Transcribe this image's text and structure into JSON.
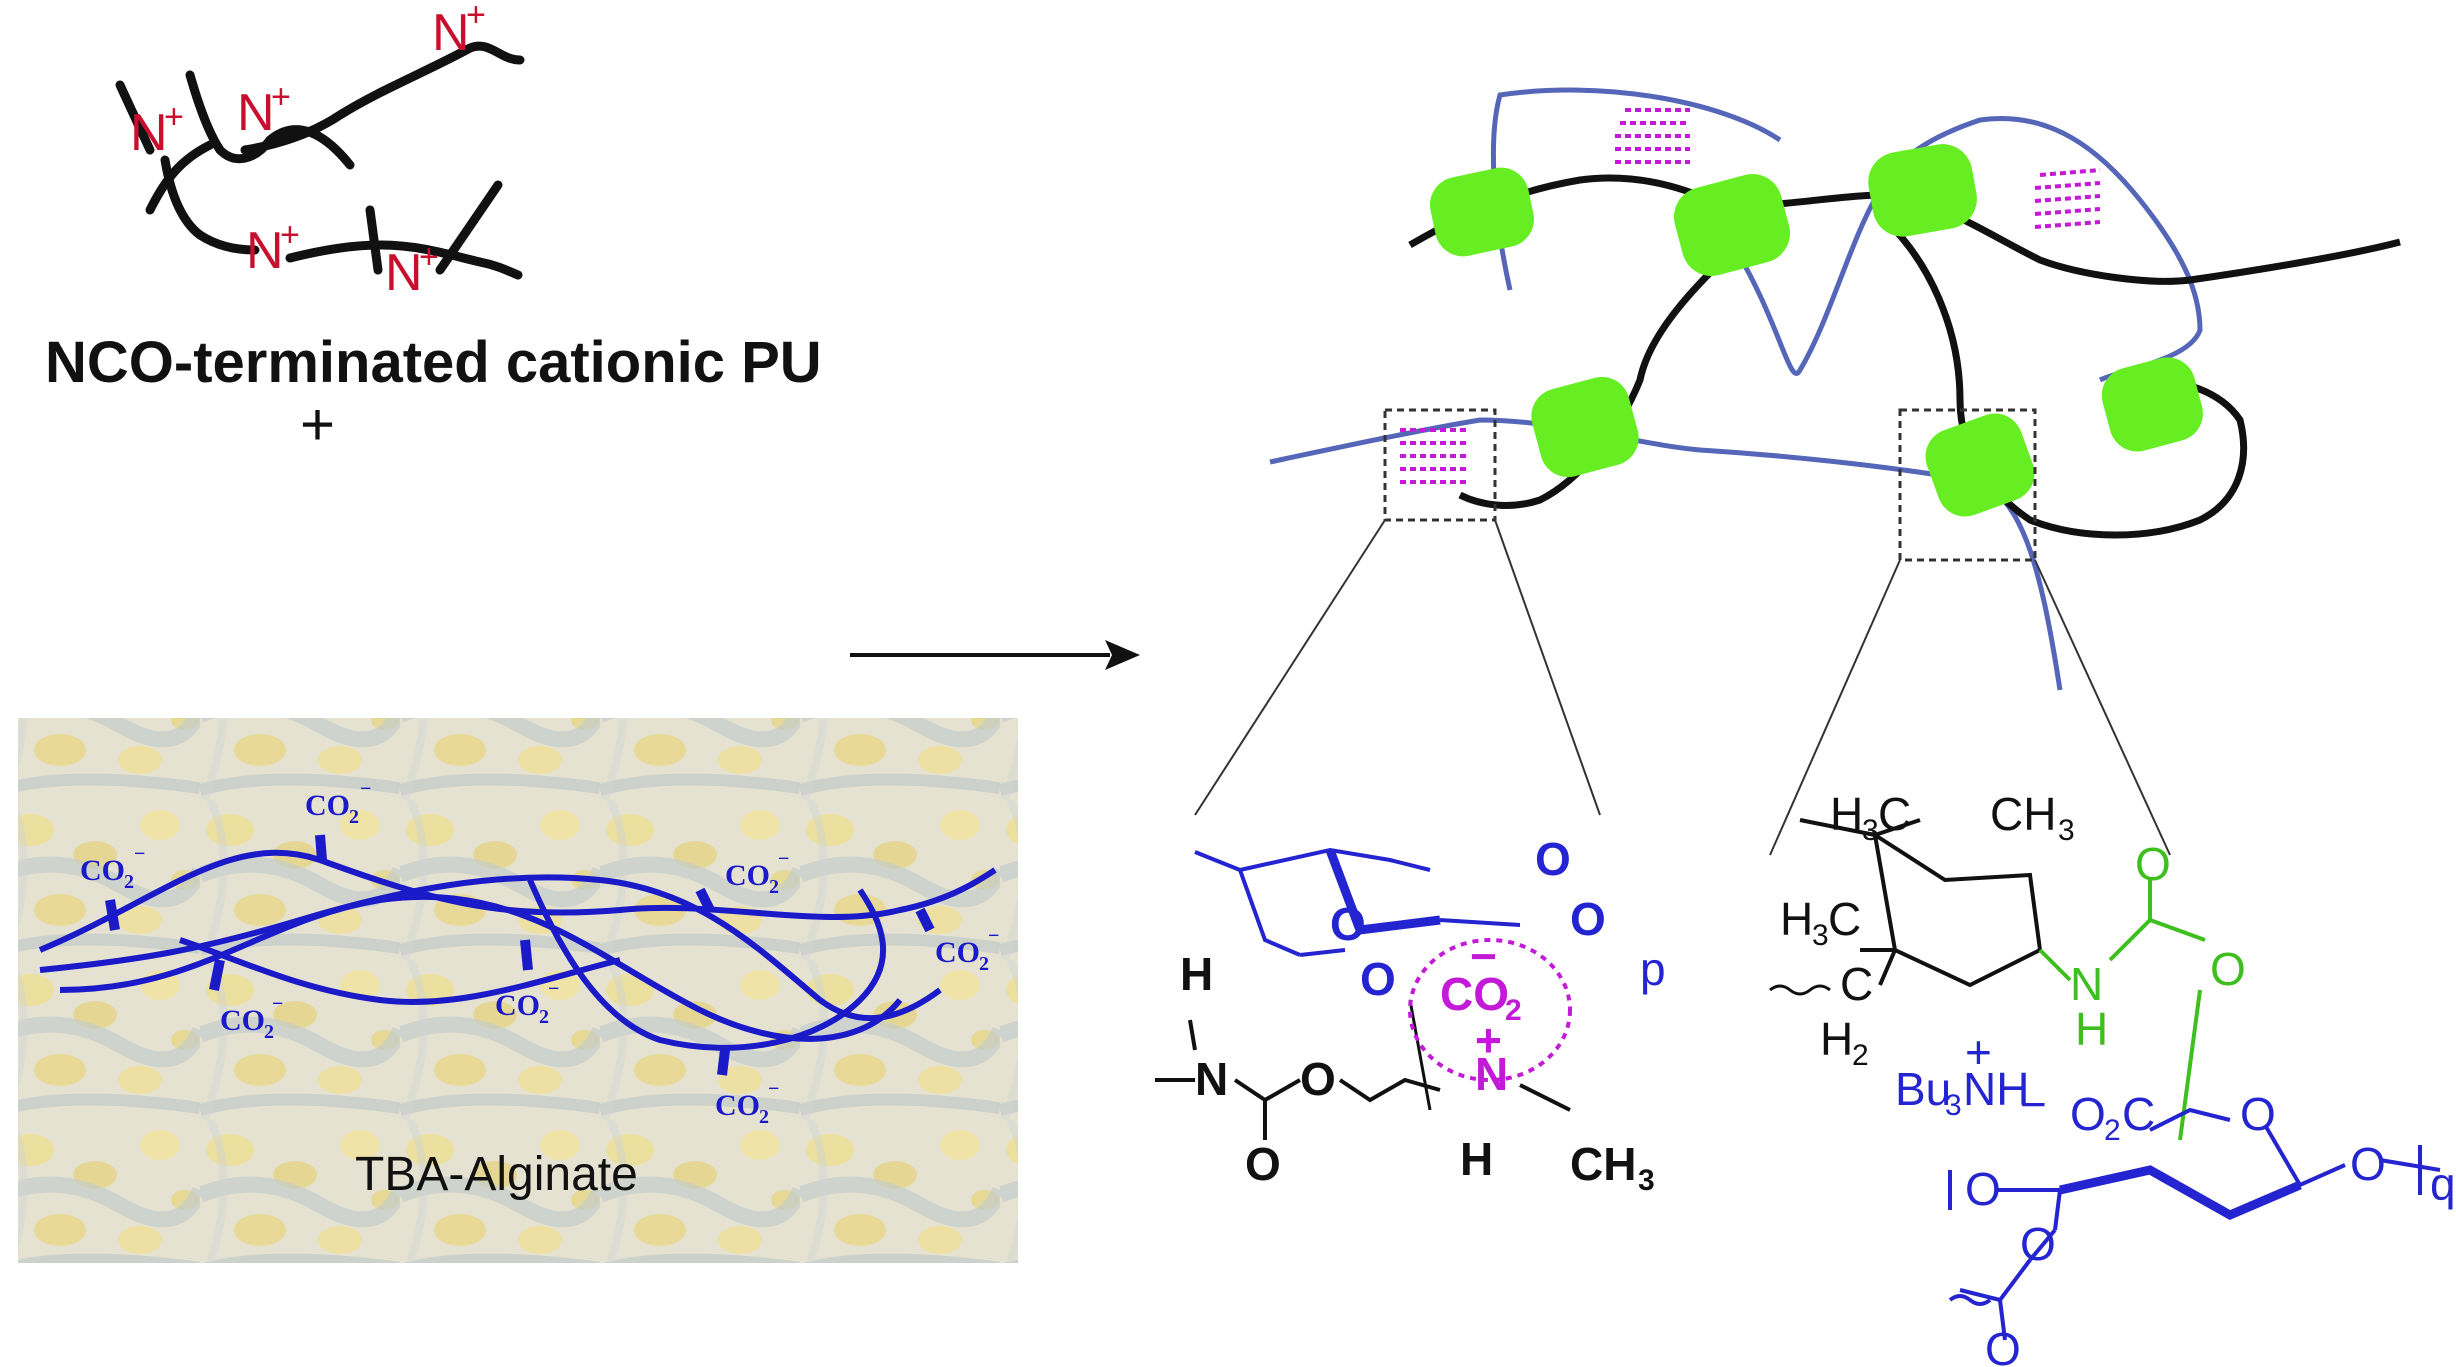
{
  "left_panel": {
    "pu_label": "NCO-terminated cationic PU",
    "ammonium": "N",
    "ammonium_charge": "+",
    "plus_sign": "+",
    "alginate_label": "TBA-Alginate",
    "carboxylate": "CO",
    "carboxylate_sub": "2",
    "carboxylate_charge": "−"
  },
  "right_panel": {
    "ionic_detail": {
      "co2": "CO",
      "co2_sub": "2",
      "minus": "−",
      "n": "N",
      "plus": "+",
      "h": "H",
      "nh_n": "N",
      "ch3": "CH",
      "ch3_sub": "3",
      "o": "O",
      "p": "p"
    },
    "covalent_detail": {
      "h3c": "H",
      "ch3": "CH",
      "sub3": "3",
      "c": "C",
      "h2": "H",
      "sub2": "2",
      "n": "N",
      "h": "H",
      "o": "O",
      "bu3nh": "Bu",
      "bu3nh_tail": "NH",
      "plus": "+",
      "minus": "−",
      "o2c": "O",
      "o2c_tail": "C",
      "q": "q"
    }
  },
  "colors": {
    "pu_chain": "#111111",
    "ammonium": "#c8102e",
    "alginate": "#1a1ac8",
    "alginate_network": "#5565b8",
    "hard_segment": "#66ee22",
    "ionic_interaction": "#c21ad6",
    "urethane_link": "#3fbf1f"
  }
}
